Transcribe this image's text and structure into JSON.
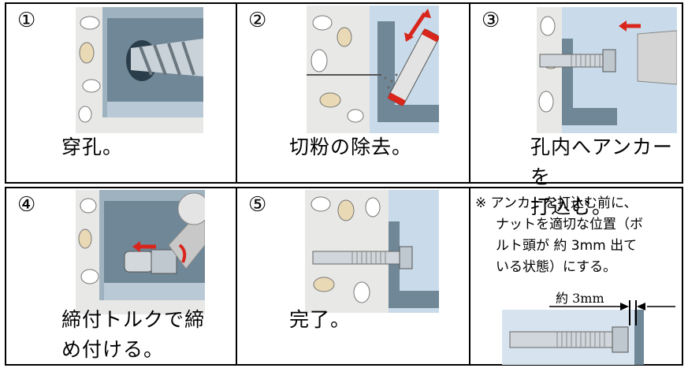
{
  "steps": [
    {
      "number": "①",
      "caption": [
        "穿孔。"
      ]
    },
    {
      "number": "②",
      "caption": [
        "切粉の除去。"
      ]
    },
    {
      "number": "③",
      "caption": [
        "孔内へアンカーを",
        "打込む。"
      ]
    },
    {
      "number": "④",
      "caption": [
        "締付トルクで締",
        "め付ける。"
      ]
    },
    {
      "number": "⑤",
      "caption": [
        "完了。"
      ]
    }
  ],
  "note": {
    "lines": [
      "※ アンカーを打込む前に、",
      "ナットを適切な位置（ボ",
      "ルト頭が 約 3mm 出て",
      "いる状態）にする。"
    ],
    "dimension_label": "約 3mm"
  },
  "colors": {
    "concrete": "#e8e8e6",
    "stone_fill": "#ffffff",
    "stone_tan": "#ead9b5",
    "steel": "#6f8797",
    "steel_light": "#b9cad6",
    "arrow_red": "#d9261c"
  }
}
